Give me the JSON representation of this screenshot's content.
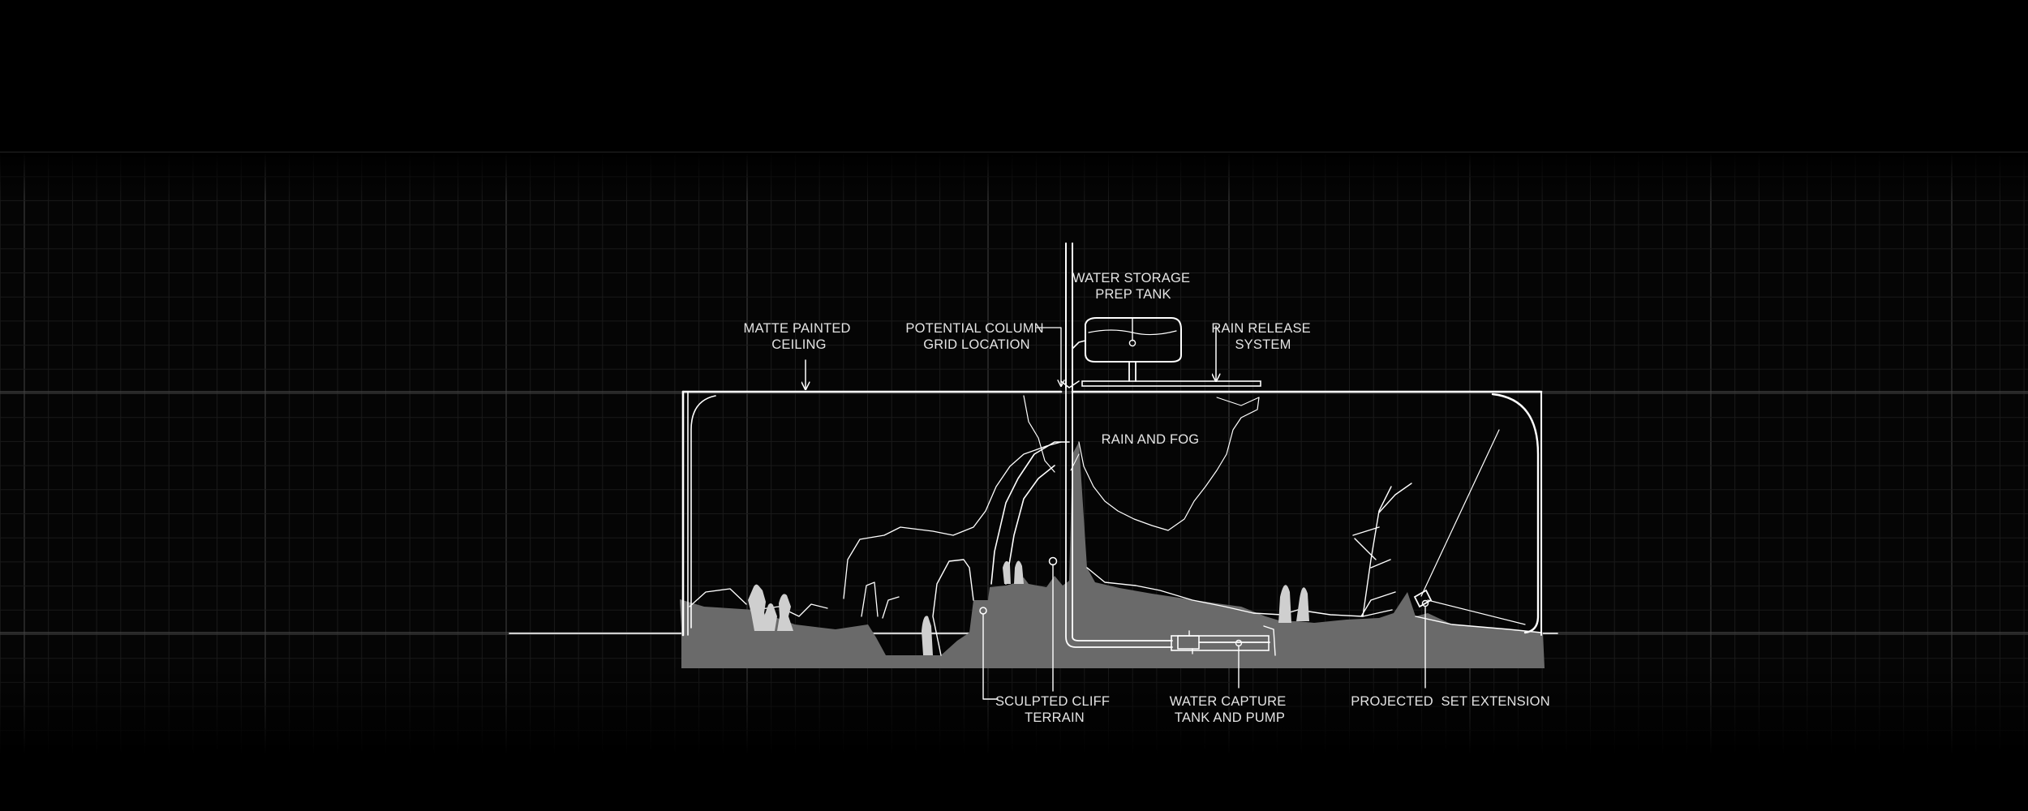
{
  "labels": {
    "matte_ceiling": [
      "MATTE PAINTED",
      "CEILING"
    ],
    "column_grid": [
      "POTENTIAL COLUMN",
      "GRID LOCATION"
    ],
    "storage_tank": [
      "WATER STORAGE",
      "PREP TANK"
    ],
    "rain_release": [
      "RAIN RELEASE",
      "SYSTEM"
    ],
    "rain_fog": "RAIN AND FOG",
    "cliff_terrain": [
      "SCULPTED CLIFF",
      "TERRAIN"
    ],
    "capture_tank": [
      "WATER CAPTURE",
      "TANK AND PUMP"
    ],
    "projected_set": "PROJECTED  SET EXTENSION"
  },
  "colors": {
    "background": "#000000",
    "grid": "#3a3a3a",
    "lines": "#ffffff",
    "ground_fill": "#6a6a6a",
    "label_text": "#e4e4e4"
  }
}
